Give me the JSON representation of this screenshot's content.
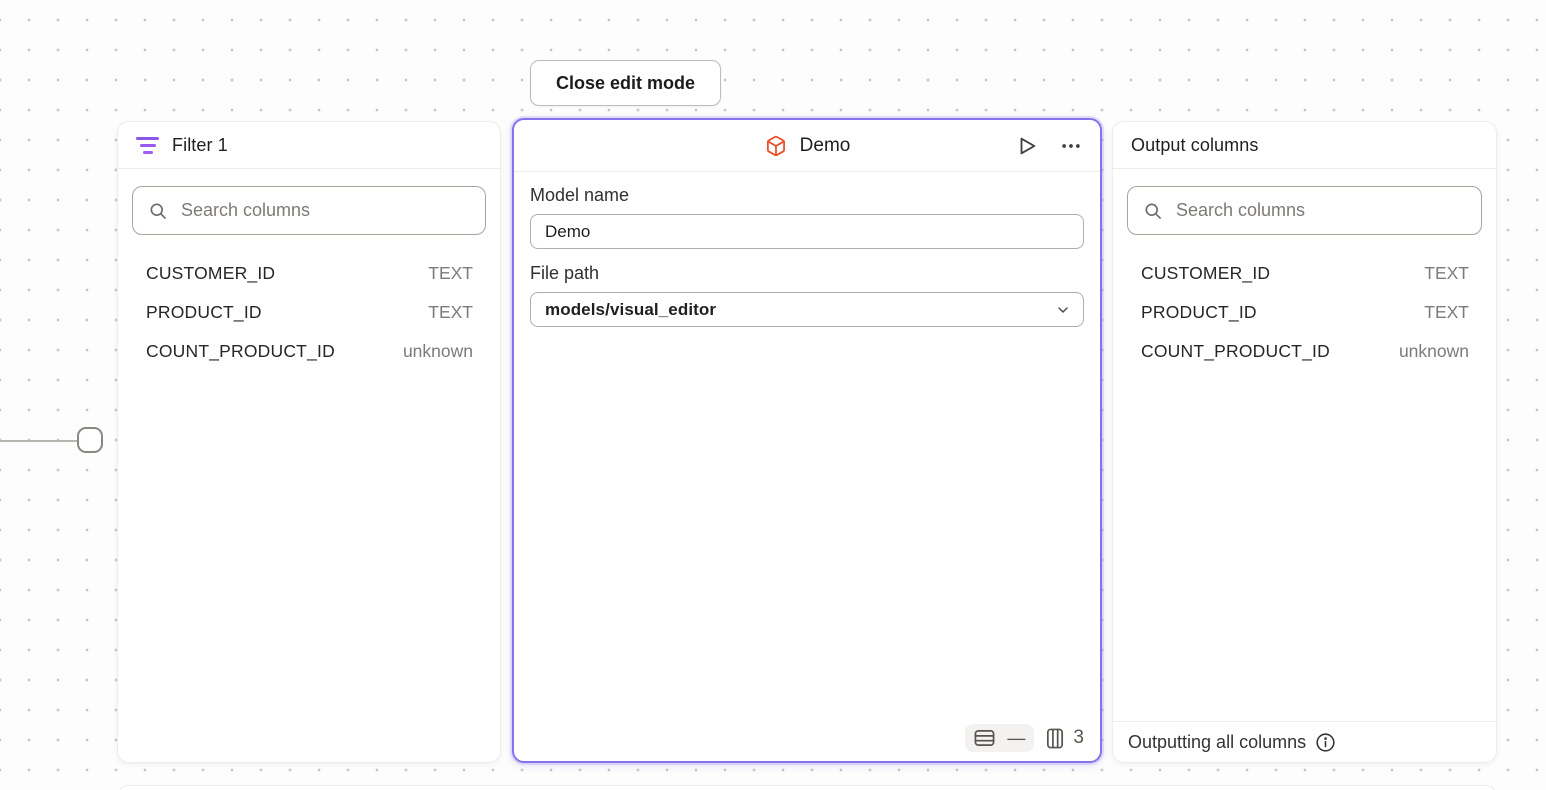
{
  "toolbar": {
    "close_edit_mode_label": "Close edit mode"
  },
  "filter_panel": {
    "title": "Filter 1",
    "search": {
      "placeholder": "Search columns",
      "value": ""
    },
    "columns": [
      {
        "name": "CUSTOMER_ID",
        "type": "TEXT"
      },
      {
        "name": "PRODUCT_ID",
        "type": "TEXT"
      },
      {
        "name": "COUNT_PRODUCT_ID",
        "type": "unknown"
      }
    ]
  },
  "model_panel": {
    "title": "Demo",
    "model_name_label": "Model name",
    "model_name_value": "Demo",
    "file_path_label": "File path",
    "file_path_value": "models/visual_editor",
    "stats": {
      "row_count_display": "—",
      "column_count": "3"
    }
  },
  "output_panel": {
    "title": "Output columns",
    "search": {
      "placeholder": "Search columns",
      "value": ""
    },
    "columns": [
      {
        "name": "CUSTOMER_ID",
        "type": "TEXT"
      },
      {
        "name": "PRODUCT_ID",
        "type": "TEXT"
      },
      {
        "name": "COUNT_PRODUCT_ID",
        "type": "unknown"
      }
    ],
    "footer_text": "Outputting all columns"
  },
  "icons": {
    "filter": "filter-lines-icon",
    "search": "search-icon",
    "model": "cube-icon",
    "run": "play-icon",
    "more": "ellipsis-icon",
    "dropdown": "chevron-down-icon",
    "rows": "table-rows-icon",
    "columns": "table-columns-icon",
    "info": "info-icon"
  },
  "colors": {
    "selection_accent": "#8374ee",
    "filter_icon_purple": "#9b59f2",
    "model_icon_orange": "#e8502c",
    "panel_border": "#ededeb",
    "canvas_dot": "#cac7c5"
  }
}
